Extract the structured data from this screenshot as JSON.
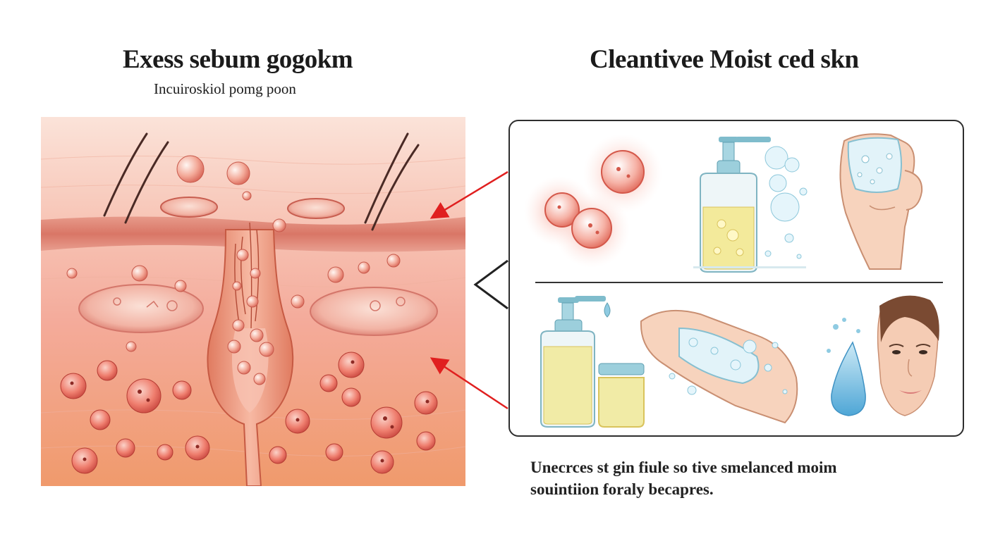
{
  "left": {
    "title": "Exess sebum gogokm",
    "subtitle": "Incuiroskiol pomg poon"
  },
  "right": {
    "title": "Cleantivee Moist ced skn",
    "caption_line1": "Unecrces st gin fiule so tive smelanced moim",
    "caption_line2": "souintiion foraly becapres."
  },
  "colors": {
    "arrow": "#e01f1f",
    "skin_top": "#fbe1d7",
    "skin_mid": "#f4a99a",
    "skin_bottom": "#f19a6e",
    "follicle": "#e98a6e",
    "oil": "#efe6a4",
    "water": "#9fd3ea",
    "border": "#2e2e2e"
  },
  "icons": [
    "acne-cells-icon",
    "cleanser-pump-bottle-icon",
    "foam-hand-icon",
    "moisturizer-bottle-and-jar-icon",
    "hand-washing-icon",
    "water-drop-face-icon"
  ]
}
